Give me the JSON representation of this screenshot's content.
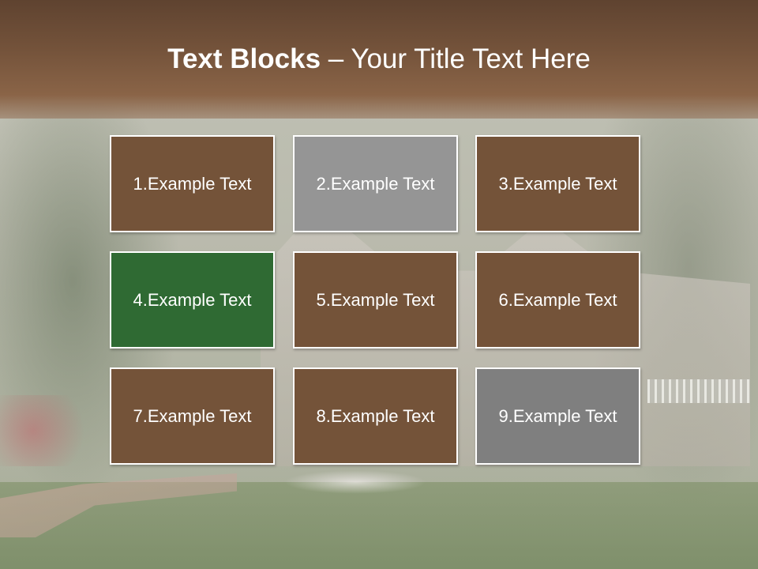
{
  "slide": {
    "title_bold": "Text Blocks",
    "title_sep": " – ",
    "title_rest": "Your Title Text Here"
  },
  "colors": {
    "brown": "#745339",
    "gray": "#959595",
    "green": "#2f6a33",
    "dark_gray": "#7f7f7f",
    "title_band": "#6b4c35",
    "text": "#ffffff"
  },
  "blocks": [
    {
      "label": "1.Example Text",
      "color": "#745339"
    },
    {
      "label": "2.Example Text",
      "color": "#959595"
    },
    {
      "label": "3.Example Text",
      "color": "#745339"
    },
    {
      "label": "4.Example Text",
      "color": "#2f6a33"
    },
    {
      "label": "5.Example Text",
      "color": "#745339"
    },
    {
      "label": "6.Example Text",
      "color": "#745339"
    },
    {
      "label": "7.Example Text",
      "color": "#745339"
    },
    {
      "label": "8.Example Text",
      "color": "#745339"
    },
    {
      "label": "9.Example Text",
      "color": "#7f7f7f"
    }
  ]
}
